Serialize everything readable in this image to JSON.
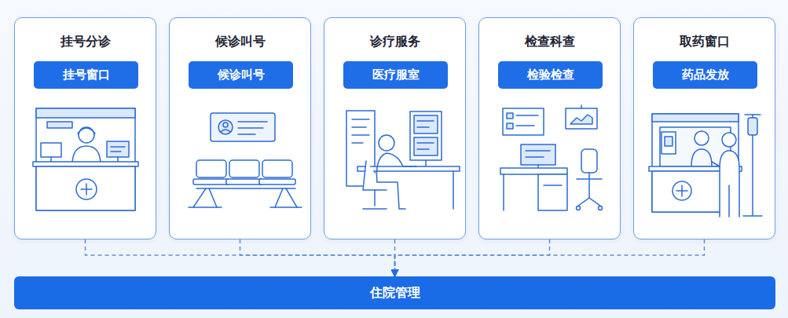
{
  "diagram": {
    "nodes": [
      {
        "text": [
          "挂号分诊"
        ]
      },
      {
        "text": [
          "挂号窗口"
        ],
        "in": 0
      },
      {
        "text": [
          "候诊叫号"
        ]
      },
      {
        "text": [
          "候诊叫号"
        ],
        "in": 2
      },
      {
        "text": [
          "诊疗服务"
        ]
      },
      {
        "text": [
          "医疗服室"
        ],
        "in": 4
      },
      {
        "text": [
          "检查科查"
        ]
      },
      {
        "text": [
          "检验检查"
        ],
        "in": 6
      },
      {
        "text": [
          "取药窗口"
        ]
      },
      {
        "text": [
          "药品发放"
        ],
        "in": 8
      },
      {
        "text": [
          "住院管理"
        ]
      }
    ],
    "edges": [
      {
        "from": 0,
        "to": 10,
        "arrow": "to"
      },
      {
        "from": 2,
        "to": 10,
        "arrow": "to"
      },
      {
        "from": 4,
        "to": 10,
        "arrow": "to"
      },
      {
        "from": 6,
        "to": 10,
        "arrow": "to"
      },
      {
        "from": 8,
        "to": 10,
        "arrow": "to"
      }
    ]
  }
}
